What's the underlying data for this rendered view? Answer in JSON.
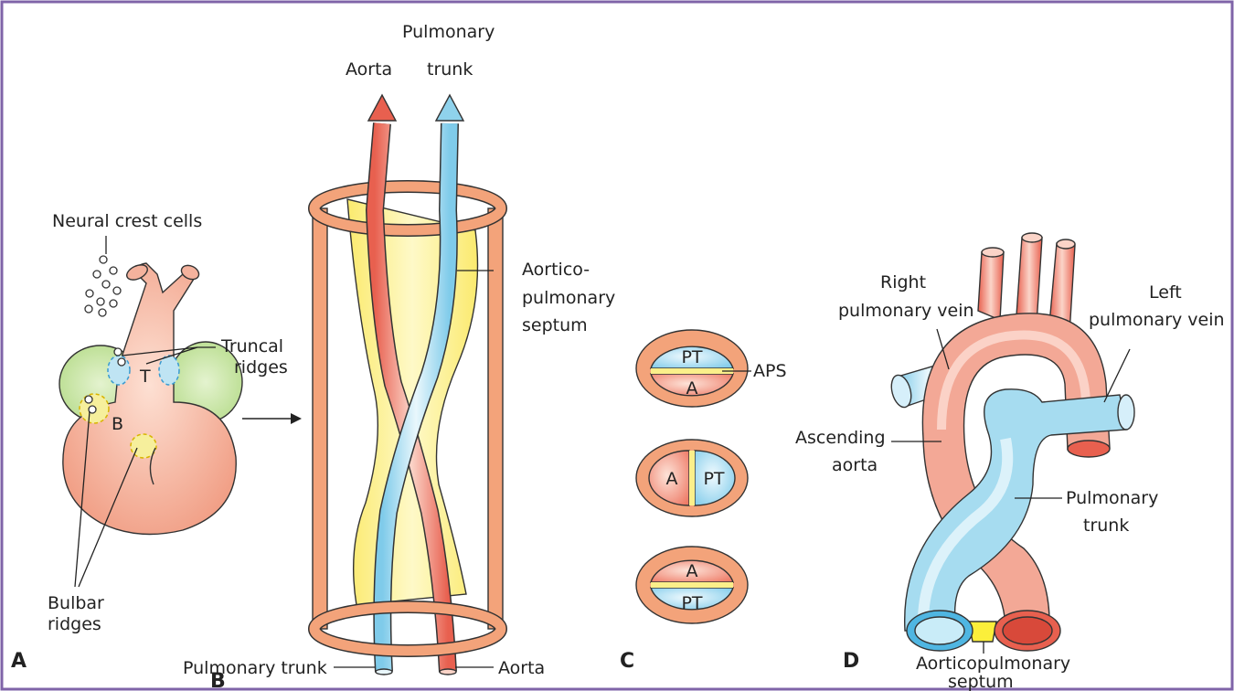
{
  "frame": {
    "border_color": "#7f64a8"
  },
  "colors": {
    "aorta_red": "#e8604f",
    "aorta_light": "#fbd4c8",
    "pulmonary_blue": "#8fd2ec",
    "pulmonary_light": "#e2f4fb",
    "septum_yellow": "#fbef8a",
    "ring_orange": "#f3a37a",
    "ridge_green": "#c9e6a6"
  },
  "panels": {
    "A": {
      "letter": "A",
      "neural_crest": "Neural crest cells",
      "truncal_1": "Truncal",
      "truncal_2": "ridges",
      "T": "T",
      "B": "B",
      "bulbar_1": "Bulbar",
      "bulbar_2": "ridges"
    },
    "B": {
      "letter": "B",
      "aorta_top": "Aorta",
      "pt_top_1": "Pulmonary",
      "pt_top_2": "trunk",
      "aps_1": "Aortico-",
      "aps_2": "pulmonary",
      "aps_3": "septum",
      "pt_bottom": "Pulmonary trunk",
      "aorta_bottom": "Aorta"
    },
    "C": {
      "letter": "C",
      "sections": [
        {
          "top": "PT",
          "bottom": "A"
        },
        {
          "left": "A",
          "right": "PT"
        },
        {
          "top": "A",
          "bottom": "PT"
        }
      ],
      "aps": "APS"
    },
    "D": {
      "letter": "D",
      "rpv_1": "Right",
      "rpv_2": "pulmonary vein",
      "lpv_1": "Left",
      "lpv_2": "pulmonary vein",
      "asc_1": "Ascending",
      "asc_2": "aorta",
      "pt_1": "Pulmonary",
      "pt_2": "trunk",
      "aps_1": "Aorticopulmonary",
      "aps_2": "septum"
    }
  }
}
